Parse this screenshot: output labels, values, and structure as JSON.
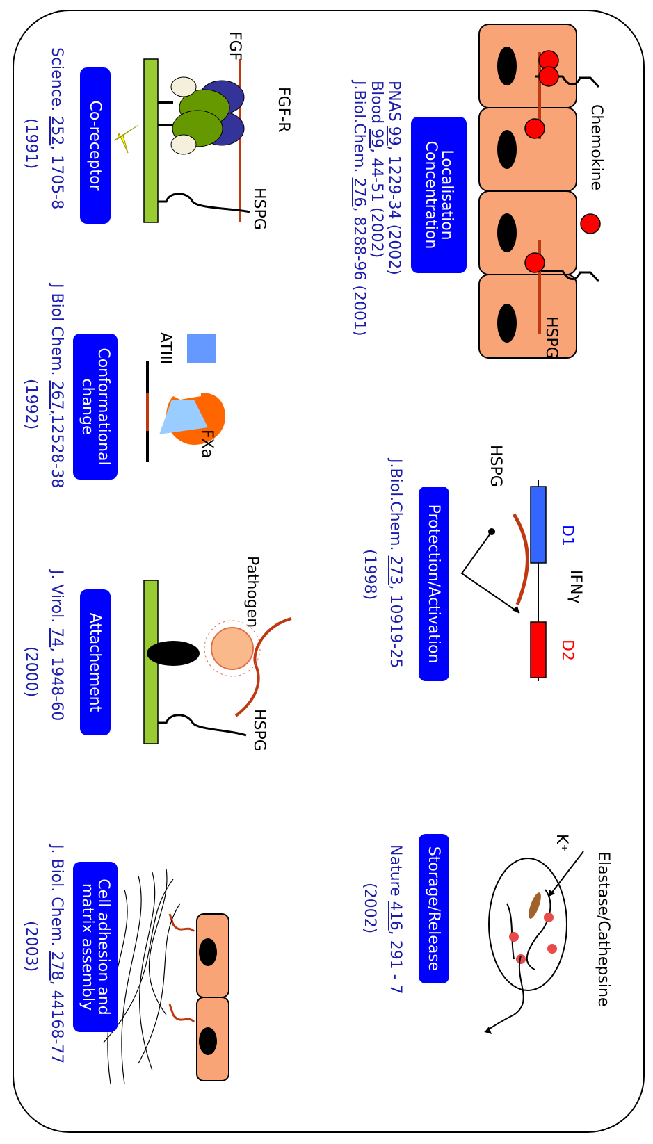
{
  "panels": {
    "localisation": {
      "box": "Localisation\nConcentration",
      "chemokine": "Chemokine",
      "hspg": "HSPG",
      "refs": [
        {
          "journal": "PNAS ",
          "vol": "99",
          "rest": ", 1229-34 (2002)"
        },
        {
          "journal": "Blood ",
          "vol": "99",
          "rest": ", 44-51 (2002)"
        },
        {
          "journal": "J.Biol.Chem.  ",
          "vol": "276",
          "rest": ", 8288-96 (2001)"
        }
      ]
    },
    "protection": {
      "box": "Protection/Activation",
      "d1": "D1",
      "ifn": "IFNγ",
      "d2": "D2",
      "hspg": "HSPG",
      "ref": {
        "journal": "J.Biol.Chem. ",
        "vol": "273",
        "rest": ", 10919-25"
      },
      "year": "(1998)"
    },
    "storage": {
      "box": "Storage/Release",
      "enzyme": "Elastase/Cathepsine",
      "ion": "K⁺",
      "ref": {
        "journal": "Nature ",
        "vol": "416",
        "rest": ", 291 - 7"
      },
      "year": "(2002)"
    },
    "coreceptor": {
      "box": "Co-receptor",
      "fgf": "FGF",
      "fgfr": "FGF-R",
      "hspg": "HSPG",
      "ref": {
        "journal": "Science. ",
        "vol": "252",
        "rest": ", 1705-8"
      },
      "year": "(1991)"
    },
    "conformational": {
      "box": "Conformational\nchange",
      "at": "ATIII",
      "fxa": "FXa",
      "ref": {
        "journal": "J Biol Chem. ",
        "vol": "267,",
        "rest": "12528-38"
      },
      "year": "(1992)"
    },
    "attachement": {
      "box": "Attachement",
      "pathogen": "Pathogen",
      "hspg": "HSPG",
      "ref": {
        "journal": "J. Virol. ",
        "vol": "74",
        "rest": ", 1948-60"
      },
      "year": "(2000)"
    },
    "adhesion": {
      "box": "Cell adhesion and\nmatrix assembly",
      "ref": {
        "journal": "J. Biol. Chem. ",
        "vol": "278",
        "rest": ", 44168-77"
      },
      "year": "(2003)"
    }
  },
  "colors": {
    "box": "#0000ff",
    "citation": "#1c1caa",
    "cell": "#f9a477",
    "hspg_chain": "#c0380f",
    "chemokine": "#ff0000",
    "membrane": "#99cc33"
  }
}
